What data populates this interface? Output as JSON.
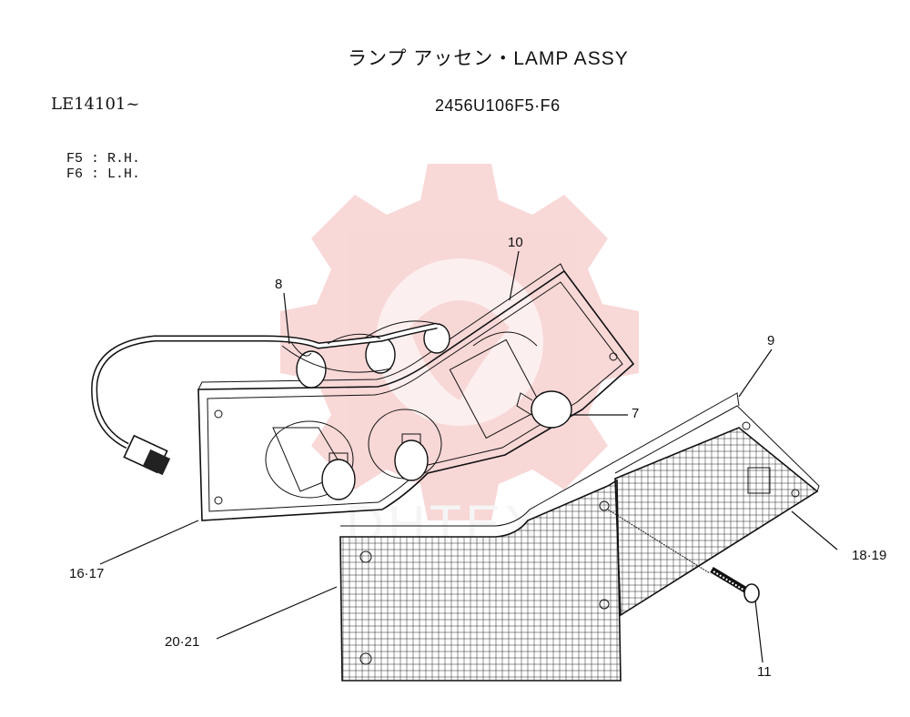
{
  "header": {
    "title": "ランプ アッセン・LAMP ASSY",
    "serial": "LE14101~",
    "part_number": "2456U106F5·F6"
  },
  "variants": [
    {
      "code": "F5",
      "side": "R.H."
    },
    {
      "code": "F6",
      "side": "L.H."
    }
  ],
  "callouts": {
    "c7": "7",
    "c8": "8",
    "c9": "9",
    "c10": "10",
    "c11": "11",
    "c16_17": "16·17",
    "c18_19": "18·19",
    "c20_21": "20·21"
  },
  "colors": {
    "watermark": "#f4b8b8",
    "line": "#111111"
  }
}
